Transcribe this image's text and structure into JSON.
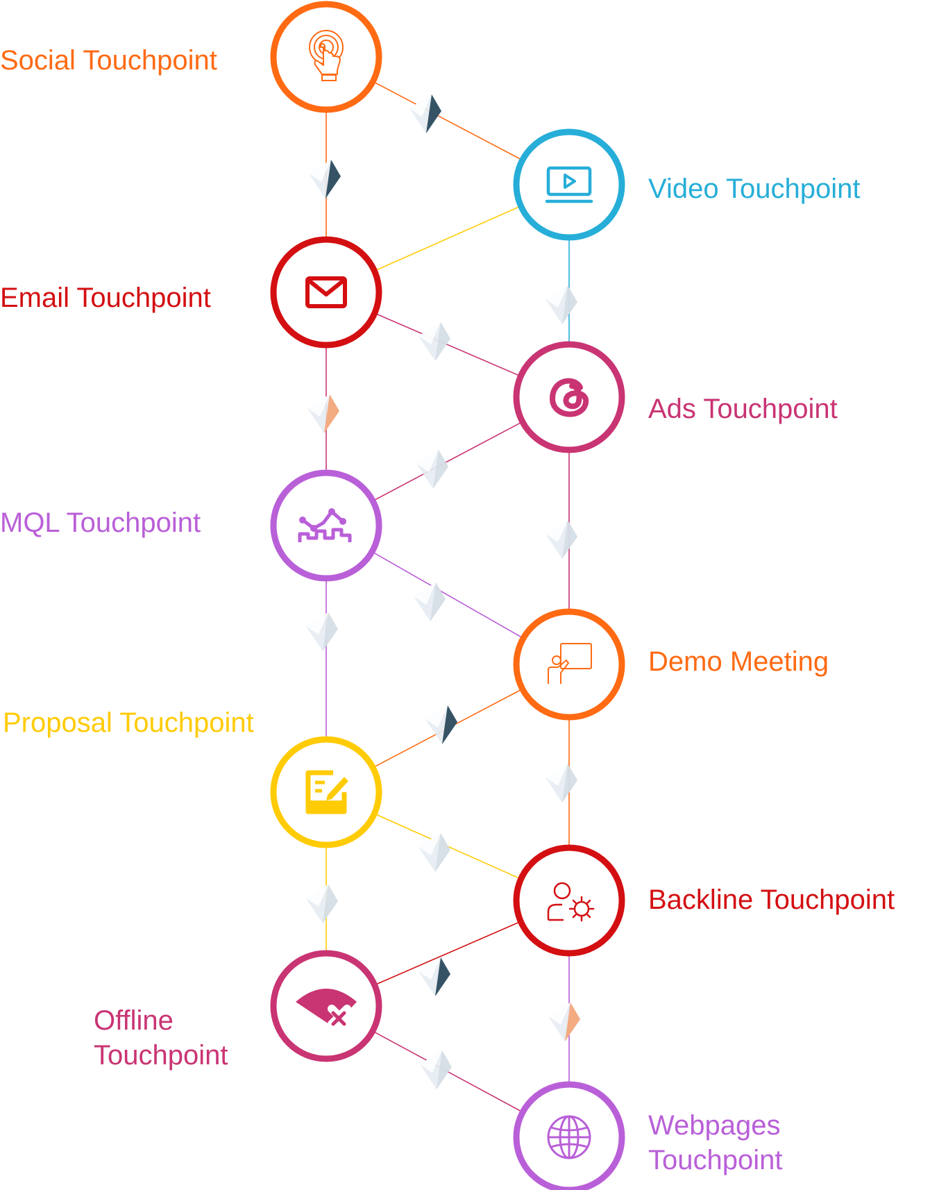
{
  "nodes": [
    {
      "id": "social",
      "label": "Social Touchpoint",
      "color": "#FF6A13",
      "icon": "touch-hand-icon"
    },
    {
      "id": "video",
      "label": "Video Touchpoint",
      "color": "#26AED8",
      "icon": "video-play-icon"
    },
    {
      "id": "email",
      "label": "Email Touchpoint",
      "color": "#D30F12",
      "icon": "envelope-icon"
    },
    {
      "id": "ads",
      "label": "Ads Touchpoint",
      "color": "#C93473",
      "icon": "threads-icon"
    },
    {
      "id": "mql",
      "label": "MQL Touchpoint",
      "color": "#B95FD8",
      "icon": "analytics-chart-icon"
    },
    {
      "id": "demo",
      "label": "Demo Meeting",
      "color": "#FF6A13",
      "icon": "presentation-icon"
    },
    {
      "id": "proposal",
      "label": "Proposal Touchpoint",
      "color": "#FFCB05",
      "icon": "document-edit-icon"
    },
    {
      "id": "backline",
      "label": "Backline Touchpoint",
      "color": "#D30F12",
      "icon": "user-settings-icon"
    },
    {
      "id": "offline",
      "label": "Offline Touchpoint",
      "color": "#C93473",
      "icon": "wifi-off-icon"
    },
    {
      "id": "webpages",
      "label": "Webpages Touchpoint",
      "color": "#B95FD8",
      "icon": "globe-icon"
    }
  ],
  "edges": [
    {
      "from": "social",
      "to": "video",
      "color": "#FF6A13"
    },
    {
      "from": "social",
      "to": "email",
      "color": "#FF6A13"
    },
    {
      "from": "video",
      "to": "email",
      "color": "#FFCB05"
    },
    {
      "from": "video",
      "to": "ads",
      "color": "#26AED8"
    },
    {
      "from": "email",
      "to": "ads",
      "color": "#C93473"
    },
    {
      "from": "email",
      "to": "mql",
      "color": "#C93473"
    },
    {
      "from": "ads",
      "to": "mql",
      "color": "#C93473"
    },
    {
      "from": "ads",
      "to": "demo",
      "color": "#C93473"
    },
    {
      "from": "mql",
      "to": "demo",
      "color": "#B95FD8"
    },
    {
      "from": "mql",
      "to": "proposal",
      "color": "#B95FD8"
    },
    {
      "from": "demo",
      "to": "proposal",
      "color": "#FF6A13"
    },
    {
      "from": "demo",
      "to": "backline",
      "color": "#FF6A13"
    },
    {
      "from": "proposal",
      "to": "backline",
      "color": "#FFCB05"
    },
    {
      "from": "proposal",
      "to": "offline",
      "color": "#FFCB05"
    },
    {
      "from": "backline",
      "to": "offline",
      "color": "#D30F12"
    },
    {
      "from": "backline",
      "to": "webpages",
      "color": "#B95FD8"
    },
    {
      "from": "offline",
      "to": "webpages",
      "color": "#C93473"
    }
  ],
  "connector_colors": {
    "dark": "#2C4A5E",
    "light": "#E6ECF2",
    "peach": "#F3A77A"
  }
}
